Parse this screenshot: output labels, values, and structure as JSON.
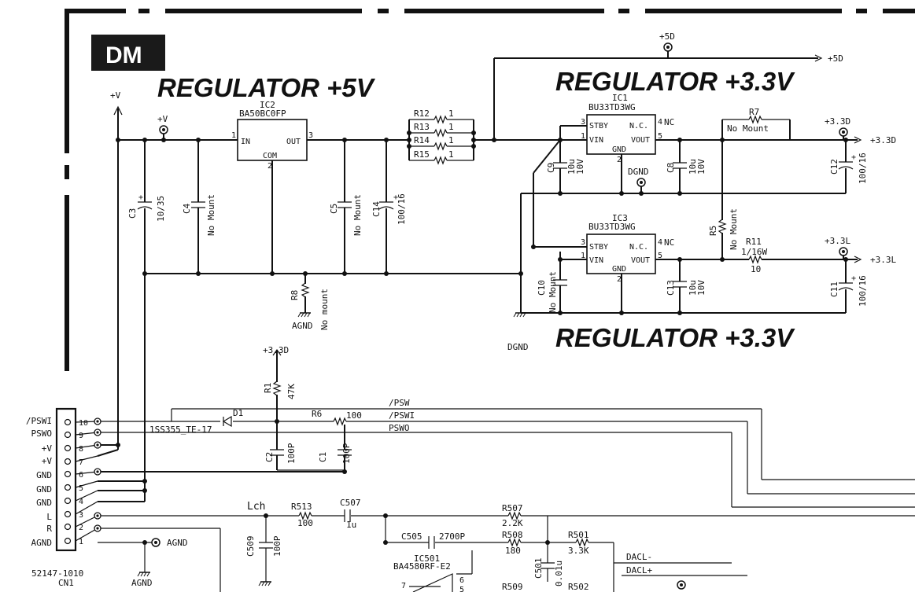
{
  "section_badge": "DM",
  "titles": {
    "reg5v": "REGULATOR +5V",
    "reg33_top": "REGULATOR +3.3V",
    "reg33_bottom": "REGULATOR +3.3V"
  },
  "ics": {
    "ic2": {
      "ref": "IC2",
      "part": "BA50BC0FP",
      "pin_in": "IN",
      "pin_out": "OUT",
      "pin_com": "COM",
      "n1": "1",
      "n2": "2",
      "n3": "3"
    },
    "ic1": {
      "ref": "IC1",
      "part": "BU33TD3WG",
      "stby": "STBY",
      "vin": "VIN",
      "gnd": "GND",
      "nc": "N.C.",
      "vout": "VOUT",
      "p1": "1",
      "p2": "2",
      "p3": "3",
      "p4": "4",
      "p5": "5",
      "nc_label": "NC"
    },
    "ic3": {
      "ref": "IC3",
      "part": "BU33TD3WG",
      "stby": "STBY",
      "vin": "VIN",
      "gnd": "GND",
      "nc": "N.C.",
      "vout": "VOUT",
      "p1": "1",
      "p2": "2",
      "p3": "3",
      "p4": "4",
      "p5": "5",
      "nc_label": "NC"
    },
    "ic501": {
      "ref": "IC501",
      "part": "BA4580RF-E2",
      "p6": "6",
      "p7": "7",
      "p5": "5"
    }
  },
  "resistors": {
    "r12": {
      "ref": "R12",
      "val": "1"
    },
    "r13": {
      "ref": "R13",
      "val": "1"
    },
    "r14": {
      "ref": "R14",
      "val": "1"
    },
    "r15": {
      "ref": "R15",
      "val": "1"
    },
    "r7": {
      "ref": "R7",
      "val": "No Mount"
    },
    "r5": {
      "ref": "R5",
      "val": "No Mount"
    },
    "r11": {
      "ref": "R11",
      "val1": "1/16W",
      "val2": "10"
    },
    "r8": {
      "ref": "R8",
      "val": "No mount"
    },
    "r1": {
      "ref": "R1",
      "val": "47K"
    },
    "r6": {
      "ref": "R6",
      "val": "100"
    },
    "r513": {
      "ref": "R513",
      "val": "100"
    },
    "r507": {
      "ref": "R507",
      "val": "2.2K"
    },
    "r508": {
      "ref": "R508",
      "val": "180"
    },
    "r501": {
      "ref": "R501",
      "val": "3.3K"
    },
    "r509": {
      "ref": "R509"
    },
    "r502": {
      "ref": "R502"
    }
  },
  "capacitors": {
    "c3": {
      "ref": "C3",
      "val": "10/35"
    },
    "c4": {
      "ref": "C4",
      "val": "No Mount"
    },
    "c5": {
      "ref": "C5",
      "val": "No Mount"
    },
    "c14": {
      "ref": "C14",
      "val": "100/16"
    },
    "c9": {
      "ref": "C9",
      "val1": "10u",
      "val2": "10V"
    },
    "c8": {
      "ref": "C8",
      "val1": "10u",
      "val2": "10V"
    },
    "c12": {
      "ref": "C12",
      "val": "100/16"
    },
    "c10": {
      "ref": "C10",
      "val": "No Mount"
    },
    "c13": {
      "ref": "C13",
      "val1": "10u",
      "val2": "10V"
    },
    "c11": {
      "ref": "C11",
      "val": "100/16"
    },
    "c2": {
      "ref": "C2",
      "val": "100P"
    },
    "c1": {
      "ref": "C1",
      "val": "100P"
    },
    "c507": {
      "ref": "C507",
      "val": "1u"
    },
    "c505": {
      "ref": "C505",
      "val": "2700P"
    },
    "c509": {
      "ref": "C509",
      "val": "100P"
    },
    "c501": {
      "ref": "C501",
      "val": "0.01u"
    }
  },
  "diode": {
    "ref": "D1",
    "part": "1SS355_TE-17"
  },
  "rails": {
    "vplus": "+V",
    "v5d": "+5D",
    "v33d": "+3.3D",
    "v33l": "+3.3L",
    "dgnd": "DGND",
    "agnd": "AGND"
  },
  "nets": {
    "psw": "/PSW",
    "pswi": "/PSWI",
    "pswo": "PSWO",
    "lch": "Lch",
    "dacl_minus": "DACL-",
    "dacl_plus": "DACL+"
  },
  "connector": {
    "ref": "CN1",
    "part": "52147-1010",
    "pins": [
      {
        "num": "10",
        "label": "/PSWI"
      },
      {
        "num": "9",
        "label": "PSWO"
      },
      {
        "num": "8",
        "label": "+V"
      },
      {
        "num": "7",
        "label": "+V"
      },
      {
        "num": "6",
        "label": "GND"
      },
      {
        "num": "5",
        "label": "GND"
      },
      {
        "num": "4",
        "label": "GND"
      },
      {
        "num": "3",
        "label": "L"
      },
      {
        "num": "2",
        "label": "R"
      },
      {
        "num": "1",
        "label": "AGND"
      }
    ]
  }
}
